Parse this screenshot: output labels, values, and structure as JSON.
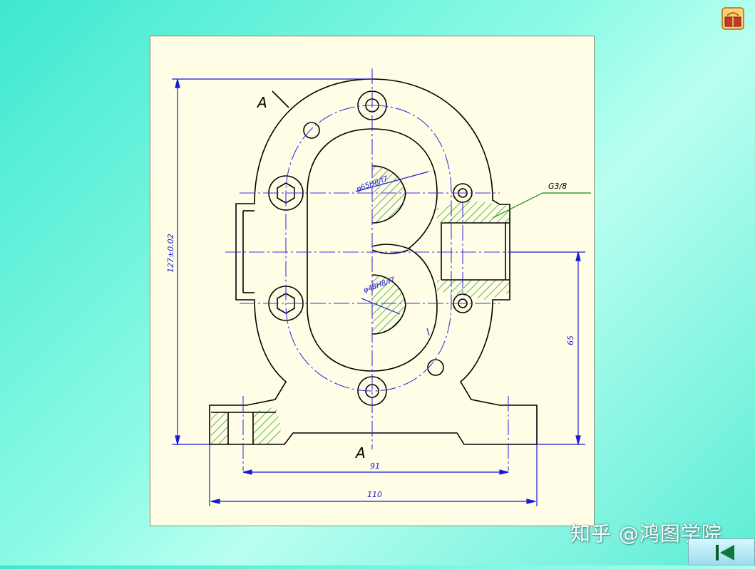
{
  "drawing": {
    "section_marks": {
      "top": "A",
      "bottom": "A"
    },
    "dimensions": {
      "overall_height": "127±0.02",
      "center_to_base": "65",
      "bolt_spacing": "91",
      "base_width": "110",
      "bore_top": "φ65H8/f7",
      "bore_bottom": "φ48H8/f7",
      "pipe_thread": "G3/8"
    }
  },
  "watermark": "知乎 @鸿图学院",
  "colors": {
    "outline": "#000000",
    "centerline": "#4a2de0",
    "dimension": "#1a1ad8",
    "hatch": "#118811",
    "panel": "#fffde6"
  },
  "icons": {
    "logo": "book-logo-icon",
    "back": "triangle-left-icon"
  }
}
